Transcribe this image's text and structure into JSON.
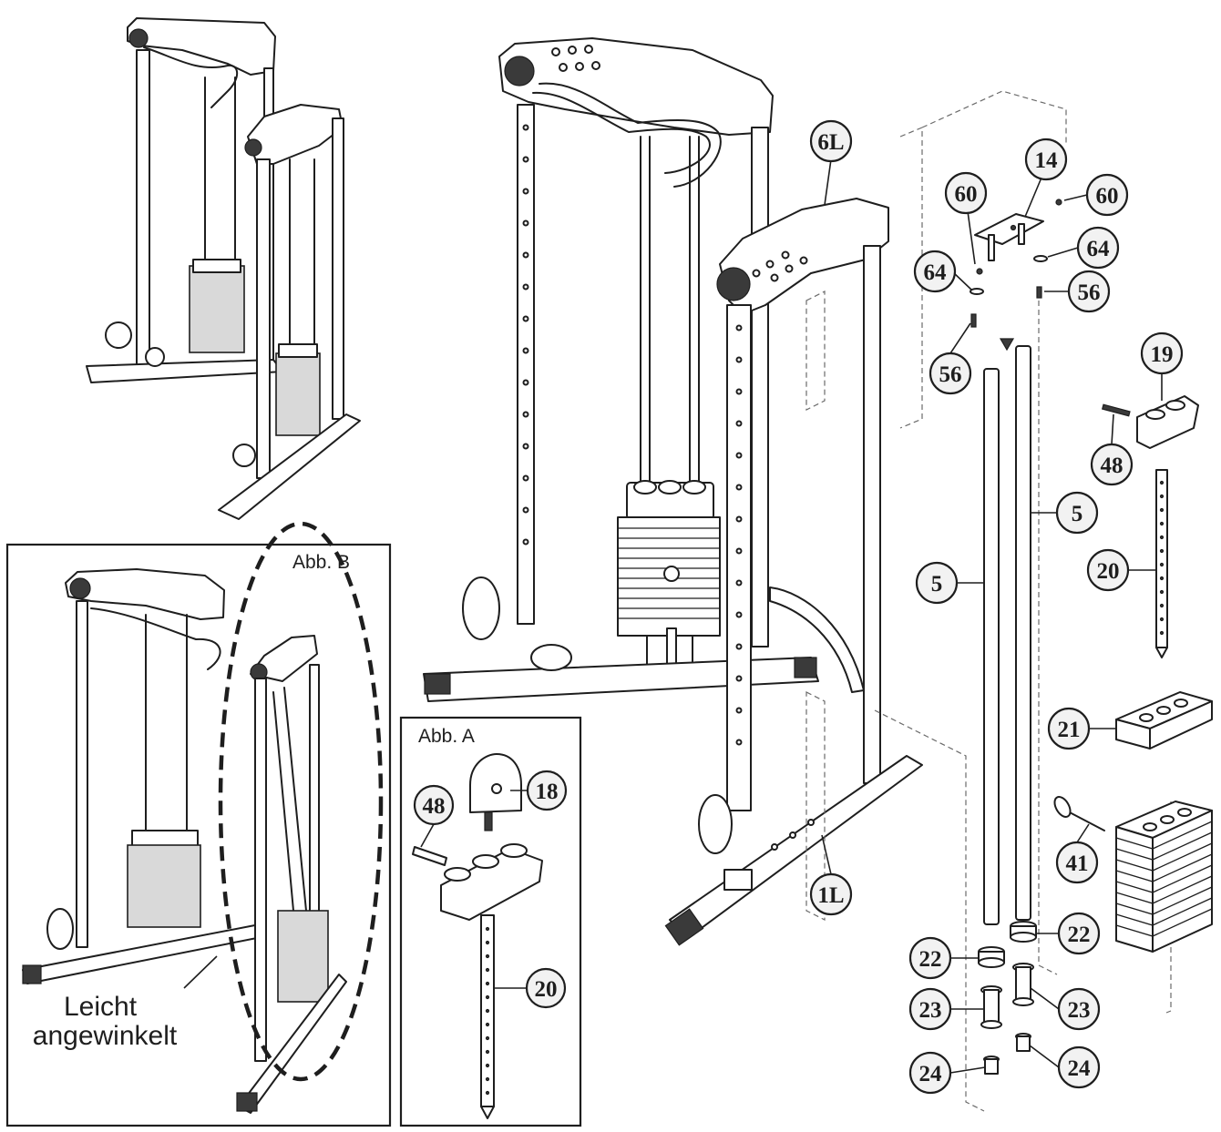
{
  "figures": {
    "abb_a": {
      "label": "Abb. A"
    },
    "abb_b": {
      "label": "Abb. B",
      "note_line1": "Leicht",
      "note_line2": "angewinkelt"
    }
  },
  "callouts": {
    "p6L": "6L",
    "p14": "14",
    "p60a": "60",
    "p60b": "60",
    "p64a": "64",
    "p64b": "64",
    "p56a": "56",
    "p56b": "56",
    "p19": "19",
    "p48a": "48",
    "p5a": "5",
    "p5b": "5",
    "p20a": "20",
    "p21": "21",
    "p41": "41",
    "p1L": "1L",
    "p22a": "22",
    "p22b": "22",
    "p23a": "23",
    "p23b": "23",
    "p24a": "24",
    "p24b": "24",
    "p48b": "48",
    "p18": "18",
    "p20b": "20"
  }
}
